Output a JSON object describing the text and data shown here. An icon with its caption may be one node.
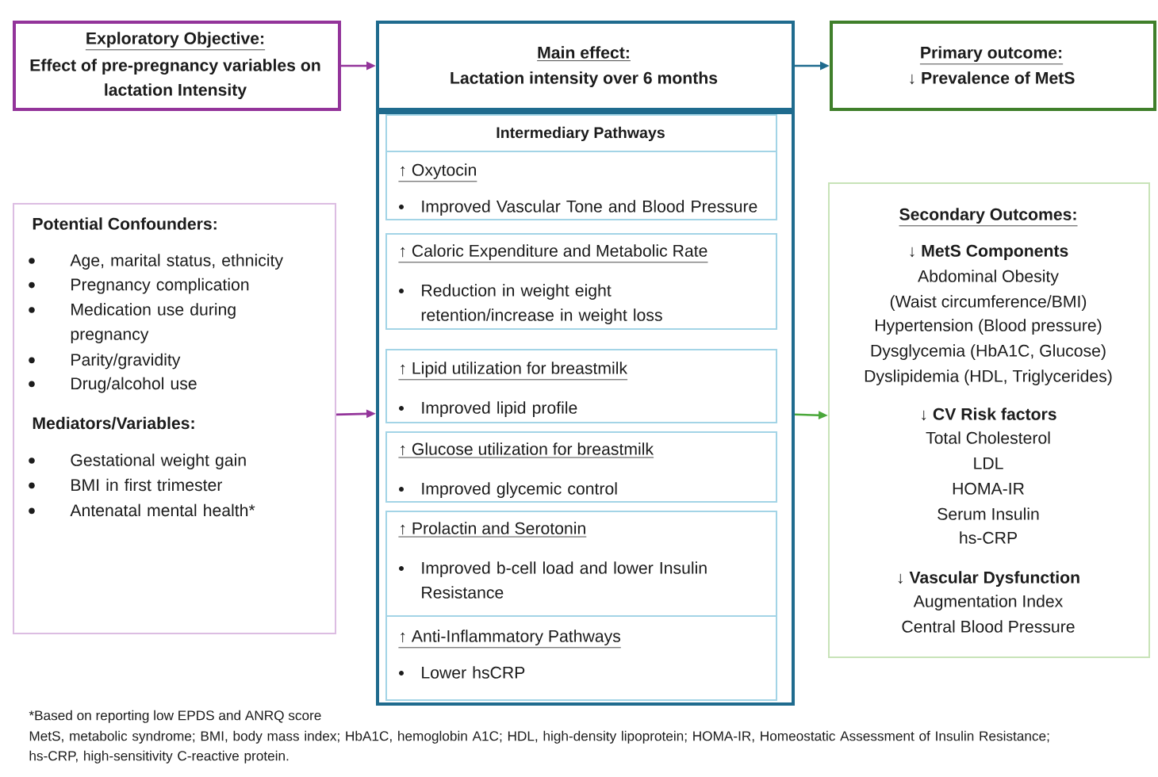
{
  "diagram": {
    "nodes": [
      {
        "text": [
          "Exploratory Objective:",
          "Effect of pre-pregnancy variables on lactation Intensity"
        ]
      },
      {
        "text": [
          "Main effect:",
          "Lactation intensity over 6 months"
        ]
      },
      {
        "text": [
          "Primary outcome:",
          "↓ Prevalence of MetS"
        ]
      },
      {
        "text": [
          "Potential Confounders:",
          "Age, marital status, ethnicity",
          "Pregnancy complication",
          "Medication use during pregnancy",
          "Parity/gravidity",
          "Drug/alcohol use",
          "Mediators/Variables:",
          "Gestational weight gain",
          "BMI in first trimester",
          "Antenatal mental health*"
        ]
      },
      {
        "text": [],
        "shape": "box"
      },
      {
        "text": [
          "Intermediary Pathways"
        ],
        "in": 4
      },
      {
        "text": [
          "↑ Oxytocin",
          "Improved Vascular Tone and Blood Pressure"
        ],
        "in": 4
      },
      {
        "text": [
          "↑ Caloric Expenditure and Metabolic Rate",
          "Reduction in weight eight retention/increase in weight loss"
        ],
        "in": 4
      },
      {
        "text": [
          "↑ Lipid utilization for breastmilk",
          "Improved lipid profile"
        ],
        "in": 4
      },
      {
        "text": [
          "↑ Glucose utilization for breastmilk",
          "Improved glycemic control"
        ],
        "in": 4
      },
      {
        "text": [
          "↑ Prolactin and Serotonin",
          "Improved b-cell load and lower Insulin Resistance"
        ],
        "in": 4
      },
      {
        "text": [
          "↑ Anti-Inflammatory Pathways",
          "Lower hsCRP"
        ],
        "in": 4
      },
      {
        "text": [
          "Secondary Outcomes:",
          "↓ MetS Components",
          "Abdominal Obesity",
          "(Waist circumference/BMI)",
          "Hypertension (Blood pressure)",
          "Dysglycemia (HbA1C, Glucose)",
          "Dyslipidemia (HDL, Triglycerides)",
          "↓ CV Risk factors",
          "Total Cholesterol",
          "LDL",
          "HOMA-IR",
          "Serum Insulin",
          "hs-CRP",
          "↓ Vascular Dysfunction",
          "Augmentation Index",
          "Central Blood Pressure"
        ]
      }
    ],
    "edges": [
      {
        "from": 0,
        "to": 1,
        "arrow": "to"
      },
      {
        "from": 1,
        "to": 2,
        "arrow": "to",
        "color": "#1f6b8e"
      },
      {
        "from": 3,
        "to": 4,
        "arrow": "to"
      },
      {
        "from": 4,
        "to": 12,
        "arrow": "to",
        "color": "#4aa83a"
      }
    ],
    "labels": [
      "*Based on reporting low EPDS and ANRQ score",
      "MetS, metabolic syndrome; BMI, body mass index; HbA1C, hemoglobin A1C; HDL, high-density lipoprotein; HOMA-IR, Homeostatic Assessment of Insulin Resistance; hs-CRP, high-sensitivity C-reactive protein."
    ]
  }
}
